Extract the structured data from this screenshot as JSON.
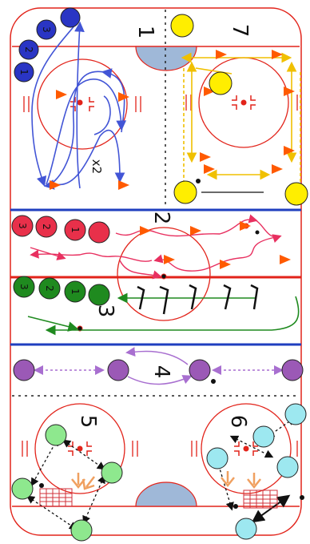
{
  "stations": [
    {
      "id": "1",
      "label": "1"
    },
    {
      "id": "2",
      "label": "2"
    },
    {
      "id": "3",
      "label": "3"
    },
    {
      "id": "4",
      "label": "4"
    },
    {
      "id": "5",
      "label": "5"
    },
    {
      "id": "6",
      "label": "6"
    },
    {
      "id": "7",
      "label": "7"
    }
  ],
  "repeat_label": "x2",
  "players": {
    "blue": [
      "3",
      "2",
      "1"
    ],
    "red": [
      "3",
      "2",
      "1"
    ],
    "green": [
      "3",
      "2",
      "1"
    ]
  },
  "colors": {
    "board": "#e2231a",
    "blue_line": "#1f3fbf",
    "red_line": "#e2231a",
    "crease": "#9fb8d8",
    "cone": "#ff5a00",
    "blue_player": "#2a35c4",
    "red_player": "#e8304a",
    "green_player": "#1f8a1f",
    "yellow_player": "#ffee00",
    "purple_player": "#9b59b6",
    "lightgreen_player": "#8ee88e",
    "cyan_player": "#9de8f0",
    "blue_path": "#4255d6",
    "pink_path": "#e83060",
    "green_path": "#1f8a1f",
    "yellow_path": "#f0c000",
    "purple_path": "#a86fd0",
    "black_path": "#111111",
    "orange_path": "#f0a060"
  }
}
